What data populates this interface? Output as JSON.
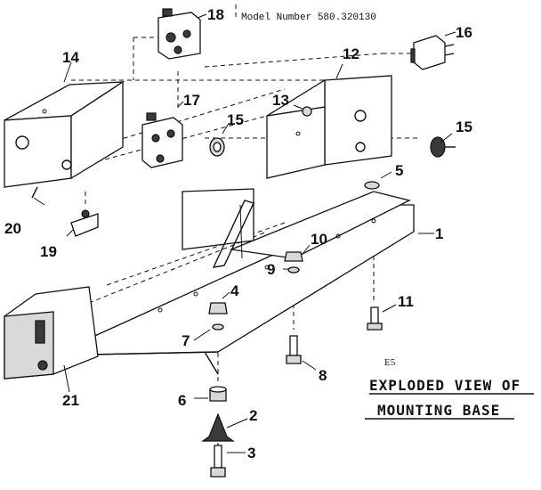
{
  "header": {
    "model_label": "Model Number 580.320130"
  },
  "sheet_code": "E5",
  "title": {
    "line1": "EXPLODED VIEW OF",
    "line2": "MOUNTING BASE"
  },
  "callouts": {
    "c1": "1",
    "c2": "2",
    "c3": "3",
    "c4": "4",
    "c5": "5",
    "c6": "6",
    "c7": "7",
    "c8": "8",
    "c9": "9",
    "c10": "10",
    "c11": "11",
    "c12": "12",
    "c13": "13",
    "c14": "14",
    "c15a": "15",
    "c15b": "15",
    "c16": "16",
    "c17": "17",
    "c18": "18",
    "c19": "19",
    "c20": "20",
    "c21": "21"
  }
}
